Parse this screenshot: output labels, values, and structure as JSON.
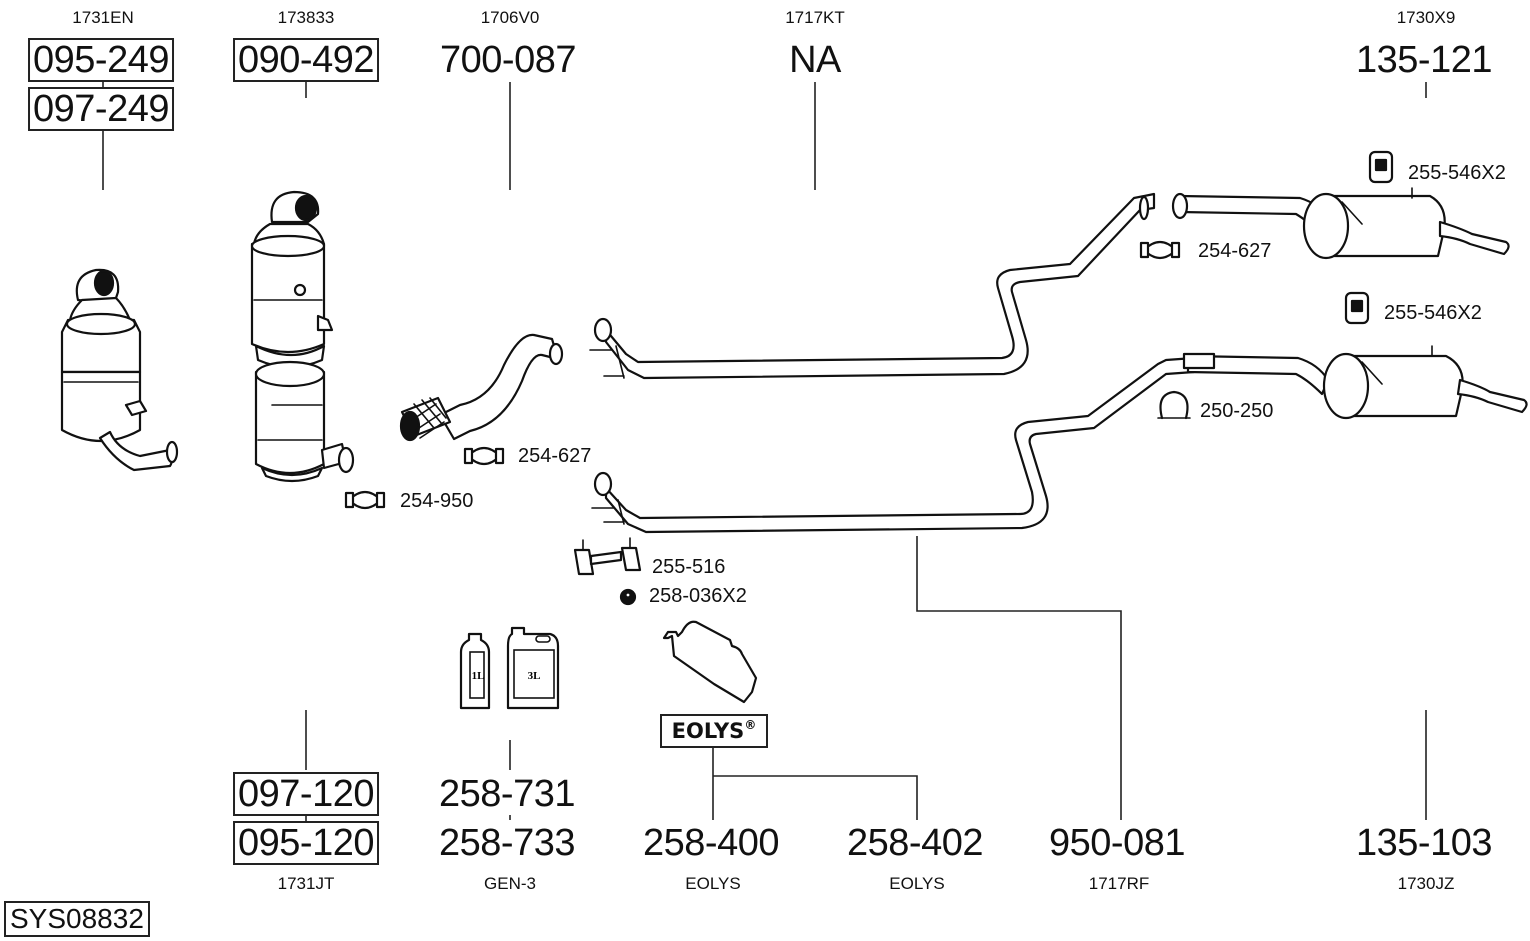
{
  "diagram": {
    "system_id": "SYS08832",
    "top_groups": [
      {
        "code": "1731EN",
        "parts": [
          "095-249",
          "097-249"
        ],
        "boxed": true
      },
      {
        "code": "173833",
        "parts": [
          "090-492"
        ],
        "boxed": true
      },
      {
        "code": "1706V0",
        "parts": [
          "700-087"
        ],
        "boxed": false
      },
      {
        "code": "1717KT",
        "parts": [
          "NA"
        ],
        "boxed": false
      },
      {
        "code": "1730X9",
        "parts": [
          "135-121"
        ],
        "boxed": false
      }
    ],
    "bottom_groups": [
      {
        "code": "1731JT",
        "parts": [
          "097-120",
          "095-120"
        ],
        "boxed": true
      },
      {
        "code": "GEN-3",
        "parts": [
          "258-731",
          "258-733"
        ],
        "boxed": false
      },
      {
        "code": "EOLYS",
        "parts": [
          "258-400"
        ],
        "boxed": false
      },
      {
        "code": "EOLYS",
        "parts": [
          "258-402"
        ],
        "boxed": false
      },
      {
        "code": "1717RF",
        "parts": [
          "950-081"
        ],
        "boxed": false
      },
      {
        "code": "1730JZ",
        "parts": [
          "135-103"
        ],
        "boxed": false
      }
    ],
    "accessories": [
      {
        "name": "clamp",
        "label": "254-627"
      },
      {
        "name": "clamp",
        "label": "254-950"
      },
      {
        "name": "hanger-bracket",
        "label": "255-516"
      },
      {
        "name": "nut",
        "label": "258-036X2"
      },
      {
        "name": "rubber-hanger",
        "label": "255-546X2"
      },
      {
        "name": "clamp",
        "label": "254-627"
      },
      {
        "name": "rubber-hanger",
        "label": "255-546X2"
      },
      {
        "name": "u-clamp",
        "label": "250-250"
      }
    ],
    "additive_bottles": {
      "small": "1L",
      "large": "3L"
    },
    "eolys_label": "EOLYS",
    "eolys_mark": "®"
  }
}
